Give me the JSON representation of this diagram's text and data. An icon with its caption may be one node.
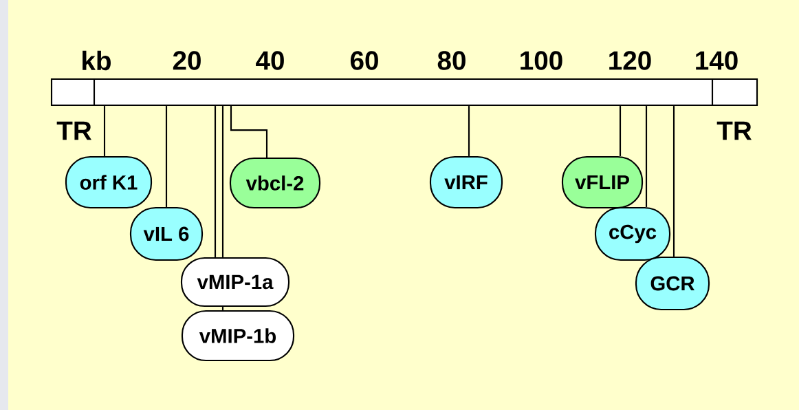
{
  "diagram": {
    "nodes": [
      {
        "text": [],
        "shape": "bar"
      },
      {
        "text": [
          "orf K1"
        ]
      },
      {
        "text": [
          "vIL 6"
        ]
      },
      {
        "text": [
          "vMIP-1a"
        ]
      },
      {
        "text": [
          "vMIP-1b"
        ]
      },
      {
        "text": [
          "vbcl-2"
        ]
      },
      {
        "text": [
          "vIRF"
        ]
      },
      {
        "text": [
          "vFLIP"
        ]
      },
      {
        "text": [
          "cCyc"
        ]
      },
      {
        "text": [
          "GCR"
        ]
      }
    ],
    "edges": [
      {
        "from": 0,
        "to": 1,
        "arrow": "none"
      },
      {
        "from": 0,
        "to": 2,
        "arrow": "none"
      },
      {
        "from": 0,
        "to": 3,
        "arrow": "none"
      },
      {
        "from": 0,
        "to": 3,
        "arrow": "none"
      },
      {
        "from": 3,
        "to": 4,
        "arrow": "none"
      },
      {
        "from": 0,
        "to": 5,
        "arrow": "none"
      },
      {
        "from": 0,
        "to": 6,
        "arrow": "none"
      },
      {
        "from": 0,
        "to": 7,
        "arrow": "none"
      },
      {
        "from": 0,
        "to": 8,
        "arrow": "none"
      },
      {
        "from": 0,
        "to": 9,
        "arrow": "none"
      }
    ],
    "labels": [
      "kb",
      "20",
      "40",
      "60",
      "80",
      "100",
      "120",
      "140",
      "TR",
      "TR"
    ]
  }
}
